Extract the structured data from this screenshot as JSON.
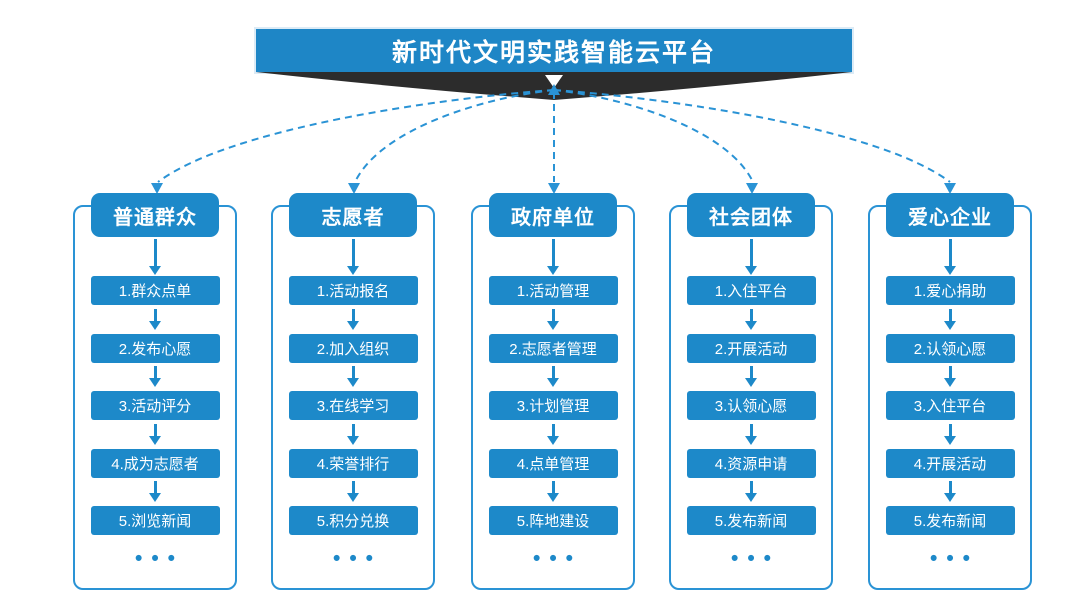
{
  "banner": {
    "title": "新时代文明实践智能云平台"
  },
  "more": "•••",
  "colors": {
    "banner_blue": "#1e86c6",
    "box_blue": "#1d89c9",
    "outline_blue": "#2a93d5",
    "ribbon_dark": "#2c2c2c",
    "text_white": "#ffffff"
  },
  "columns": [
    {
      "title": "普通群众",
      "items": [
        "1.群众点单",
        "2.发布心愿",
        "3.活动评分",
        "4.成为志愿者",
        "5.浏览新闻"
      ]
    },
    {
      "title": "志愿者",
      "items": [
        "1.活动报名",
        "2.加入组织",
        "3.在线学习",
        "4.荣誉排行",
        "5.积分兑换"
      ]
    },
    {
      "title": "政府单位",
      "items": [
        "1.活动管理",
        "2.志愿者管理",
        "3.计划管理",
        "4.点单管理",
        "5.阵地建设"
      ]
    },
    {
      "title": "社会团体",
      "items": [
        "1.入住平台",
        "2.开展活动",
        "3.认领心愿",
        "4.资源申请",
        "5.发布新闻"
      ]
    },
    {
      "title": "爱心企业",
      "items": [
        "1.爱心捐助",
        "2.认领心愿",
        "3.入住平台",
        "4.开展活动",
        "5.发布新闻"
      ]
    }
  ]
}
